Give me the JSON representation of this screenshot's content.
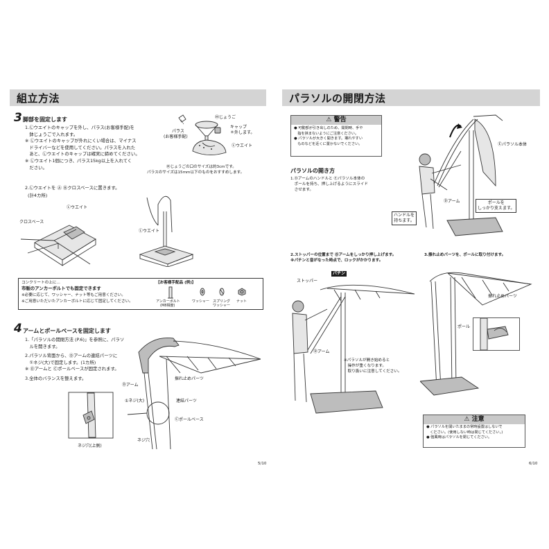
{
  "left": {
    "header": "組立方法",
    "step3": {
      "num": "3",
      "title": "脚部を固定します",
      "lines": [
        "1.Ⓛウエイトのキャップを外し、パラス(お客様手配)を",
        "　鉢じょうごで入れます。",
        "※ Ⓛウエイトのキャップが外れにくい場合は、マイナス",
        "　ドライバーなどを使用してください。パラスを入れた",
        "　あと、Ⓛウエイトのキャップは確実に締めてください。",
        "※ Ⓛウエイト1個につき、パラス15kg以上を入れてく",
        "　ださい。"
      ],
      "labels": {
        "jougo": "Ⓜじょうご",
        "ballast": "パラス",
        "ballast_note": "(お客様手配)",
        "cap": "キャップ",
        "cap_note": "＊外します。",
        "weight": "Ⓛウエイト"
      },
      "size_notes": [
        "Ⓜじょうごの口のサイズは約3cmです。",
        "パラスのサイズは15mm以下のものをおすすめします。"
      ],
      "sub2": "2.Ⓛウエイトを Ⓐ Ⓑクロスベースに置きます。",
      "sub2_note": "(計4カ所)",
      "labels2": {
        "weight_a": "Ⓛウエイト",
        "cross_base": "クロスベース",
        "weight_b": "Ⓛウエイト"
      }
    },
    "concrete_box": {
      "lines": [
        "コンクリートの上に…",
        "市販のアンカーボルトでも固定できます",
        "※必要に応じて、ワッシャー、ナット等もご用意ください。",
        "※ご用意いただいたアンカーボルトに応じて固定してください。"
      ],
      "parts_title": "【お客様手配品 (例)】",
      "parts": [
        "アンカーボルト",
        "ワッシャー",
        "スプリング",
        "ナット"
      ],
      "parts_sub": [
        "(M8相度)",
        "",
        "ワッシャー",
        ""
      ]
    },
    "step4": {
      "num": "4",
      "title": "アームとポールベースを固定します",
      "lines": [
        "1.「パラソルの開閉方法 (P.6)」を参照に、パラソ",
        "　ルを開きます。",
        "2.パラソル背面から、Ⓓアームの連結パーツに",
        "　①ネジ(大)で固定します。(1カ所)",
        "※ Ⓓアームと Ⓒポールベースが固定されます。",
        "3.全体のバランスを整えます。"
      ],
      "labels": {
        "stopper": "振れ止めパーツ",
        "arm": "Ⓓアーム",
        "screw": "①ネジ(大)",
        "joint": "連結パーツ",
        "pole_base": "Ⓒポールベース",
        "screw_hole": "ネジ穴",
        "screw_hole_top": "ネジ穴(上側)"
      }
    },
    "page_no": "5/10"
  },
  "right": {
    "header": "パラソルの開閉方法",
    "warning": {
      "title": "警告",
      "lines": [
        "● 可動部が引き出しのため、開閉時、手や",
        "　指を挟まないようにご注意ください。",
        "● パラソルが大きく開きます。壊れやすい",
        "　ものなどを近くに置かないでください。"
      ]
    },
    "open_title": "パラソルの開き方",
    "open_step1": [
      "1.Ⓓアームのハンドルと Ⓔパラソル本体の",
      "　ポールを持ち、押し上げるようにスライド",
      "　させます。"
    ],
    "labels1": {
      "body": "Ⓔパラソル本体",
      "handle_1": "ハンドルを",
      "handle_2": "持ちます。",
      "arm": "Ⓓアーム",
      "pole_1": "ポールを",
      "pole_2": "しっかり支えます。"
    },
    "open_step2": [
      "2.ストッパーの位置まで Ⓓアームをしっかり押し上げます。",
      "※パチンと音がなった時点で、ロックがかかります。"
    ],
    "labels2": {
      "stopper": "ストッパー",
      "click": "パチン",
      "arm": "Ⓓアーム",
      "note_1": "※パラソルが開き始めると",
      "note_2": "　操作が重くなります。",
      "note_3": "　取り扱いに注意してください。"
    },
    "open_step3": [
      "3.振れ止めパーツを、ポールに取り付けます。"
    ],
    "labels3": {
      "stopper": "振れ止めパーツ",
      "pole": "ポール"
    },
    "caution": {
      "title": "注意",
      "lines": [
        "● パラソルを開いたままの常時設置はしないで",
        "　ください。(使用しない時は閉じてください。)",
        "● 強風時はパラソルを閉じてください。"
      ]
    },
    "page_no": "6/10"
  }
}
